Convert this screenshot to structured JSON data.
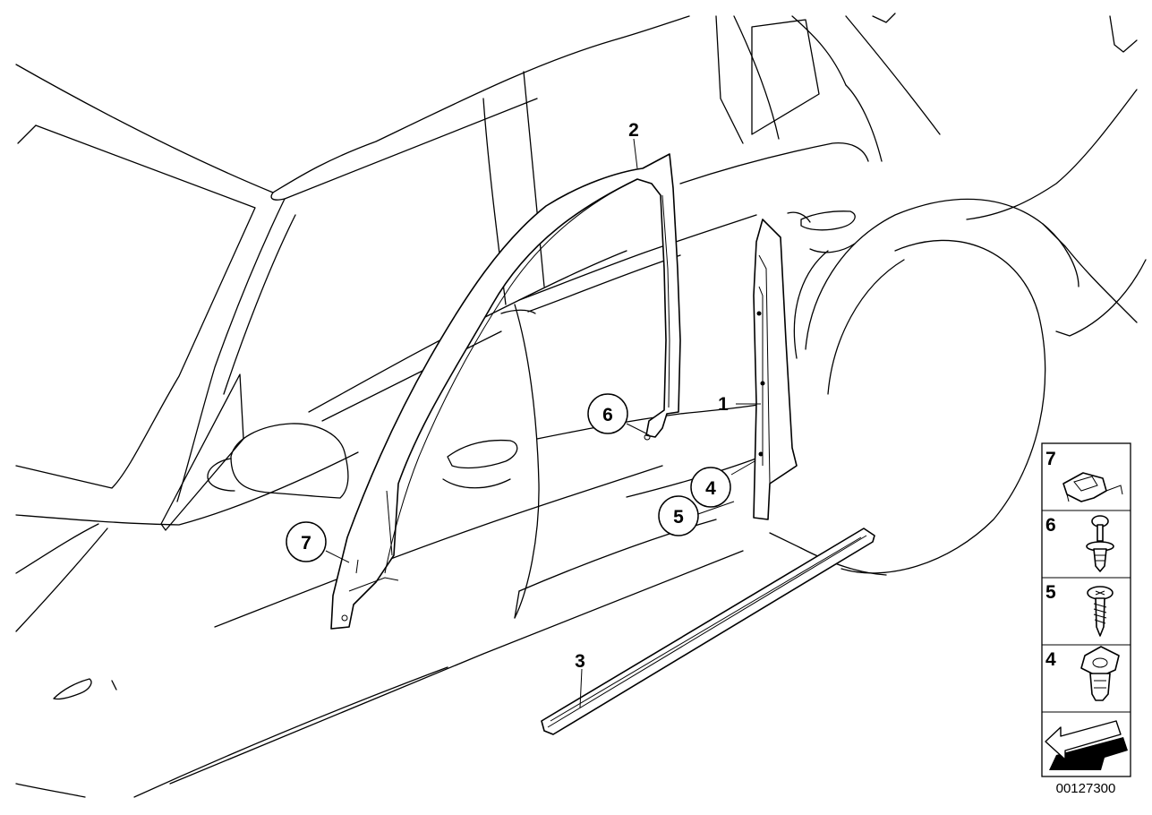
{
  "diagram": {
    "reference_number": "00127300",
    "callouts": [
      {
        "id": "1",
        "label": "1",
        "circled": false,
        "part": "B-pillar trim strip"
      },
      {
        "id": "2",
        "label": "2",
        "circled": false,
        "part": "Front door window frame trim"
      },
      {
        "id": "3",
        "label": "3",
        "circled": false,
        "part": "Door sill / shaft seal strip"
      },
      {
        "id": "4",
        "label": "4",
        "circled": true
      },
      {
        "id": "5",
        "label": "5",
        "circled": true
      },
      {
        "id": "6",
        "label": "6",
        "circled": true
      },
      {
        "id": "7",
        "label": "7",
        "circled": true
      }
    ],
    "legend": [
      {
        "label": "7",
        "icon": "clip-icon"
      },
      {
        "label": "6",
        "icon": "expanding-rivet-icon"
      },
      {
        "label": "5",
        "icon": "screw-icon"
      },
      {
        "label": "4",
        "icon": "clip-nut-icon"
      },
      {
        "label": "",
        "icon": "direction-arrow-icon"
      }
    ]
  }
}
